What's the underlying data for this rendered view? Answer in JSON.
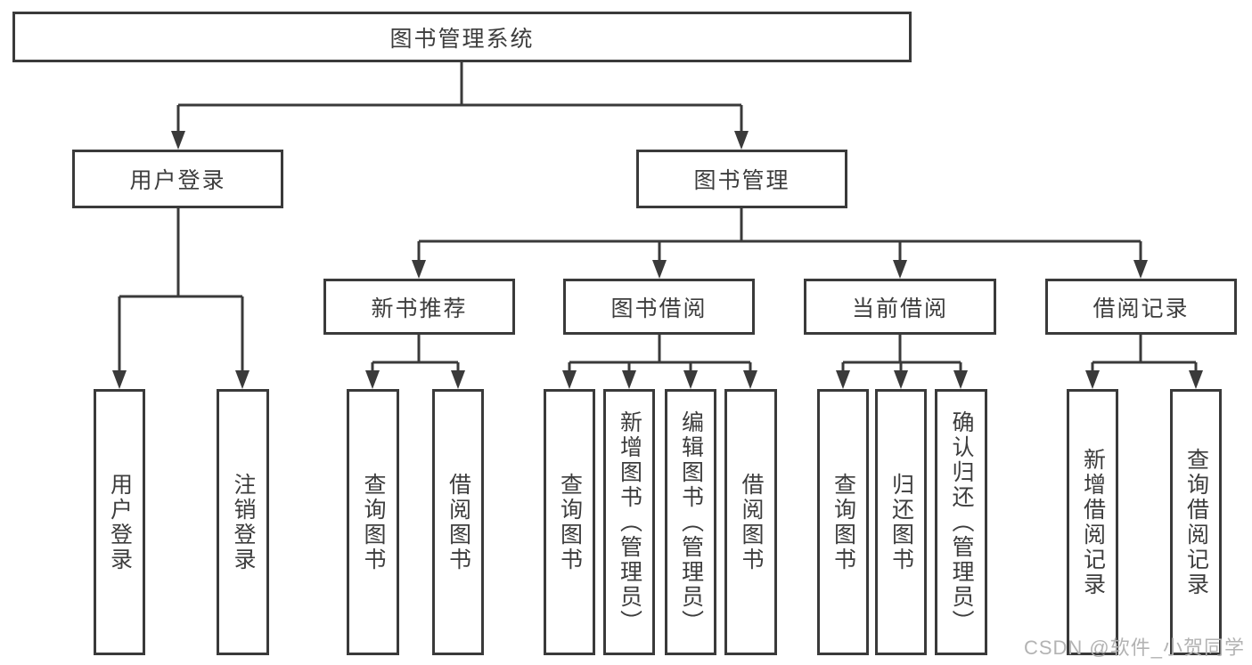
{
  "diagram": {
    "root": {
      "label": "图书管理系统",
      "children": [
        {
          "label": "用户登录",
          "children": [
            {
              "label": "用户登录"
            },
            {
              "label": "注销登录"
            }
          ]
        },
        {
          "label": "图书管理",
          "children": [
            {
              "label": "新书推荐",
              "children": [
                {
                  "label": "查询图书"
                },
                {
                  "label": "借阅图书"
                }
              ]
            },
            {
              "label": "图书借阅",
              "children": [
                {
                  "label": "查询图书"
                },
                {
                  "label": "新增图书（管理员）"
                },
                {
                  "label": "编辑图书（管理员）"
                },
                {
                  "label": "借阅图书"
                }
              ]
            },
            {
              "label": "当前借阅",
              "children": [
                {
                  "label": "查询图书"
                },
                {
                  "label": "归还图书"
                },
                {
                  "label": "确认归还（管理员）"
                }
              ]
            },
            {
              "label": "借阅记录",
              "children": [
                {
                  "label": "新增借阅记录"
                },
                {
                  "label": "查询借阅记录"
                }
              ]
            }
          ]
        }
      ]
    },
    "colors": {
      "line": "#3a3a3a",
      "text": "#3d3d3d",
      "watermark": "#b3b3b3",
      "background": "#ffffff"
    }
  },
  "watermark": {
    "text": "CSDN @软件_小贺同学"
  }
}
